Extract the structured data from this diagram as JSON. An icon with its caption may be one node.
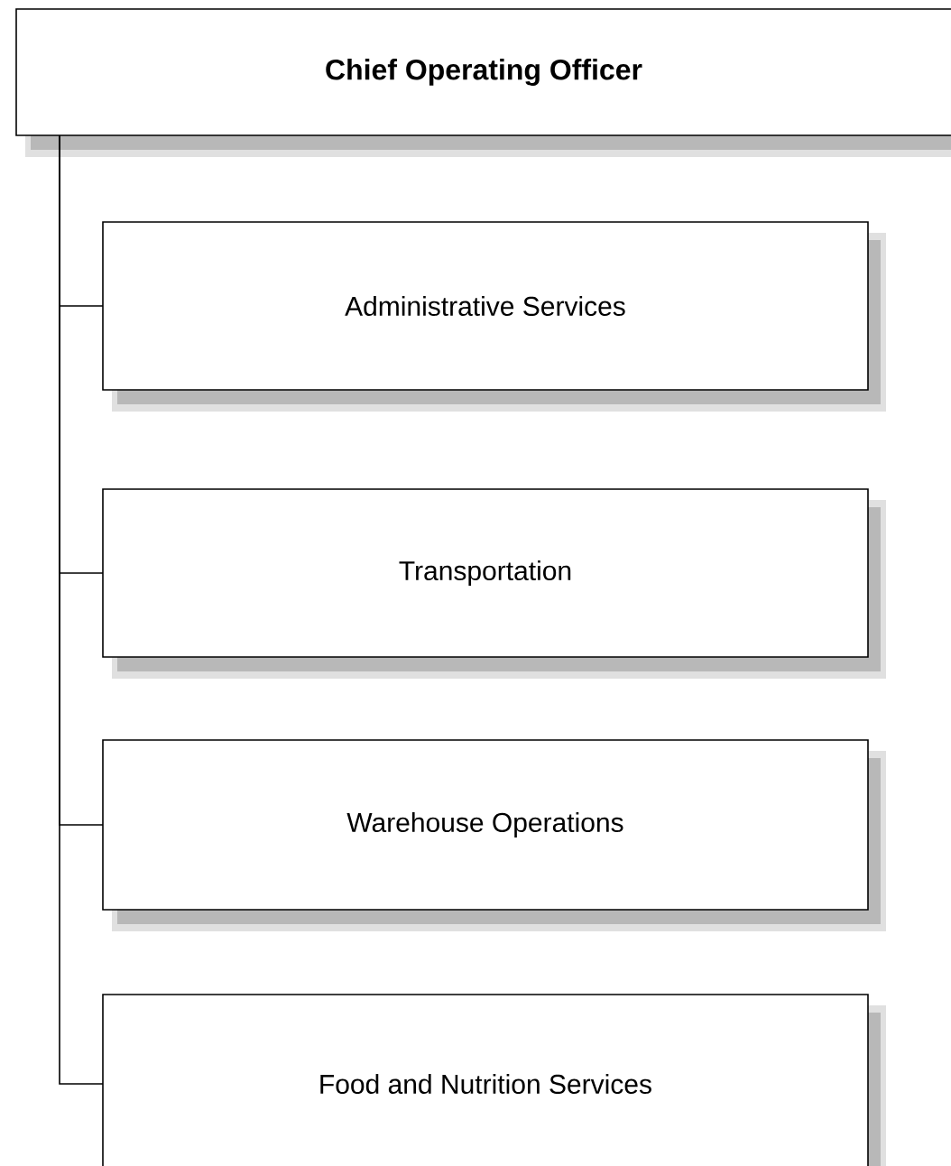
{
  "diagram": {
    "nodes": [
      {
        "text": [
          "Chief Operating Officer"
        ]
      },
      {
        "text": [
          "Administrative Services"
        ]
      },
      {
        "text": [
          "Transportation"
        ]
      },
      {
        "text": [
          "Warehouse Operations"
        ]
      },
      {
        "text": [
          "Food and Nutrition Services"
        ]
      }
    ],
    "edges": [
      {
        "from": 0,
        "to": 1,
        "arrow": "none"
      },
      {
        "from": 0,
        "to": 2,
        "arrow": "none"
      },
      {
        "from": 0,
        "to": 3,
        "arrow": "none"
      },
      {
        "from": 0,
        "to": 4,
        "arrow": "none"
      }
    ]
  }
}
